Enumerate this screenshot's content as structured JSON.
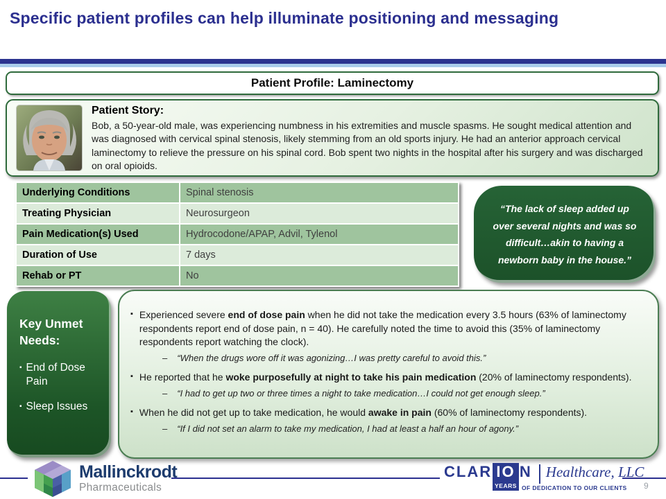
{
  "glyphs": {
    "bullet": "▪",
    "dash": "–"
  },
  "title": {
    "text": "Specific patient profiles can help illuminate positioning and messaging"
  },
  "profile_header": {
    "text": "Patient Profile: Laminectomy"
  },
  "patient_story": {
    "heading": "Patient Story:",
    "body": "Bob, a 50-year-old male, was experiencing numbness in his extremities and muscle spasms. He sought medical attention and was diagnosed with cervical spinal stenosis, likely stemming from an old sports injury. He had an anterior approach cervical laminectomy to relieve the pressure on his spinal cord. Bob spent two nights in the hospital after his surgery and was discharged on oral opioids."
  },
  "details_table": {
    "rows": [
      {
        "label": "Underlying Conditions",
        "value": "Spinal stenosis"
      },
      {
        "label": "Treating Physician",
        "value": "Neurosurgeon"
      },
      {
        "label": "Pain Medication(s) Used",
        "value": "Hydrocodone/APAP,  Advil, Tylenol"
      },
      {
        "label": "Duration of Use",
        "value": "7 days"
      },
      {
        "label": "Rehab or PT",
        "value": "No"
      }
    ]
  },
  "quote_box": {
    "text": "“The lack of sleep added up over several nights and was so difficult…akin to having a newborn baby in the house.”"
  },
  "key_unmet_needs": {
    "heading": "Key Unmet Needs:",
    "items": [
      "End of Dose Pain",
      "Sleep Issues"
    ]
  },
  "findings": {
    "bullets": [
      {
        "pre": "Experienced severe ",
        "bold": "end of dose pain",
        "post": " when he did not take the medication every 3.5 hours (63% of laminectomy respondents report end of dose pain, n = 40). He carefully noted the time to avoid this (35% of laminectomy respondents report watching the clock).",
        "quote": "“When the drugs wore off it was agonizing…I was pretty careful to avoid this.”"
      },
      {
        "pre": "He reported that he ",
        "bold": "woke purposefully at night to take his pain medication",
        "post": " (20% of laminectomy respondents).",
        "quote": "“I had to get up two or three times a night to take medication…I could not get enough sleep.”"
      },
      {
        "pre": "When he did not get up to take medication, he would ",
        "bold": "awake in pain",
        "post": " (60% of laminectomy respondents).",
        "quote": "“If I did not set an alarm to take my medication, I had at least a half an hour of agony.”"
      }
    ]
  },
  "footer": {
    "mallinckrodt": {
      "name": "Mallinckrodt",
      "sub": "Pharmaceuticals"
    },
    "clarion": {
      "prefix": "CLAR",
      "boxed": "IO",
      "suffix": "N",
      "years": "YEARS",
      "division": "Healthcare, LLC",
      "tagline": "OF DEDICATION TO OUR CLIENTS"
    },
    "page_number": "9"
  },
  "colors": {
    "accent_navy": "#2B2F8F",
    "light_blue_bar": "#A9CCEA",
    "border_green": "#2F6B3C",
    "dark_green_box": "#1C5129",
    "table_row_dark": "#9FC49E",
    "table_row_light": "#DCEBDA"
  }
}
